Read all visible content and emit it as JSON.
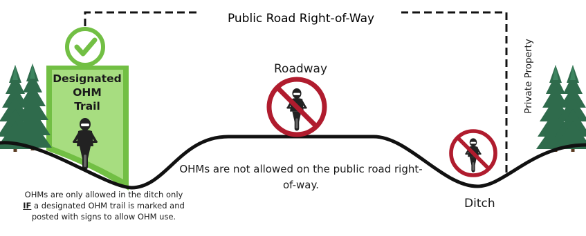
{
  "labels": {
    "right_of_way": "Public Road Right-of-Way",
    "roadway": "Roadway",
    "ditch": "Ditch",
    "private_property": "Private Property"
  },
  "sign": {
    "line1": "Designated",
    "line2": "OHM",
    "line3": "Trail"
  },
  "notes": {
    "center": "OHMs are not allowed on the public road right-of-way.",
    "left_part1": "OHMs are only allowed in the ditch only ",
    "left_emph": "IF",
    "left_part2": " a designated OHM trail is marked and posted with signs to allow OHM use."
  },
  "colors": {
    "allowed_green": "#72bf44",
    "prohibited_red": "#b01c2e",
    "ground": "#111111",
    "tree_green": "#2f6b4c"
  },
  "icons": {
    "check": "check-icon",
    "prohibited": "no-ohm-icon",
    "rider": "motorcycle-rider-icon",
    "tree": "pine-tree-icon"
  }
}
